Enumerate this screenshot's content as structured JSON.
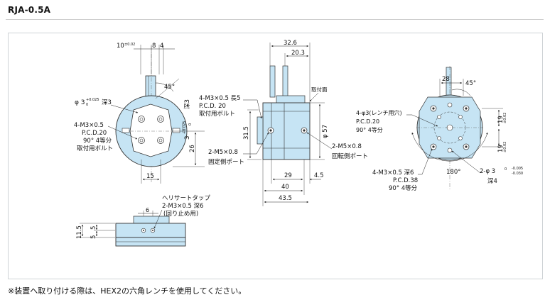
{
  "title": "RJA-0.5A",
  "note": "※装置へ取り付ける際は、HEX2の六角レンチを使用してください。",
  "colors": {
    "body": "#c6e4f4",
    "stroke": "#333333",
    "dim": "#222222",
    "panel_border": "#cfd3d6"
  },
  "front_view": {
    "dim_10": "10",
    "dim_10_tol": "±0.02",
    "dim_8": "8",
    "dim_4": "4",
    "angle_45": "45°",
    "phi3": "φ 3",
    "phi3_tol_top": "+0.025",
    "phi3_tol_bottom": "0",
    "depth3": "深3",
    "dim_3": "3",
    "dim_3_tol_top": "+0.025",
    "dim_3_tol_bottom": "0",
    "depth3_right": "深3",
    "thread": "4-M3×0.5",
    "pcd": "P.C.D.20",
    "pitch": "90° 4等分",
    "mount_bolt": "取付用ボルト",
    "dim_26": "26",
    "dim_15": "15"
  },
  "side_view": {
    "dim_32_6": "32.6",
    "dim_20_3": "20.3",
    "rotating_face": "取付面",
    "thread_len": "4-M3×0.5 長5",
    "pcd": "P.C.D. 20",
    "mount_bolt": "取付用ボルト",
    "dim_31_5": "31.5",
    "phi57": "φ 57",
    "port_left_thread": "2-M5×0.8",
    "port_left_label": "固定側ポート",
    "port_right_thread": "2-M5×0.8",
    "port_right_label": "回転側ポート",
    "dim_29": "29",
    "dim_4_5": "4.5",
    "dim_40": "40",
    "dim_43_5": "43.5"
  },
  "rear_view": {
    "dim_28": "28",
    "angle_45": "45°",
    "holes": "4-φ3(レンチ用穴)",
    "pcd": "P.C.D.20",
    "pitch": "90° 4等分",
    "dim_19_top": "19",
    "dim_19_top_tol": "±0.02",
    "dim_19_bottom": "19",
    "dim_19_bottom_tol": "±0.02",
    "angle_180": "180°",
    "phi3": "2-φ 3",
    "phi3_tol_top": "-0.005",
    "phi3_tol_bottom": "-0.030",
    "phi3_tol_zero": "0",
    "depth4": "深4",
    "thread": "4-M3×0.5 深6",
    "pcd38": "P.C.D.38",
    "pitch38": "90° 4等分"
  },
  "bottom_view": {
    "helisert": "ヘリサートタップ",
    "thread": "2-M3×0.5 深6",
    "stopper": "(回り止め用)",
    "dim_6": "6",
    "dim_11_5": "11.5",
    "dim_5": "5",
    "dim_5b": "5"
  }
}
